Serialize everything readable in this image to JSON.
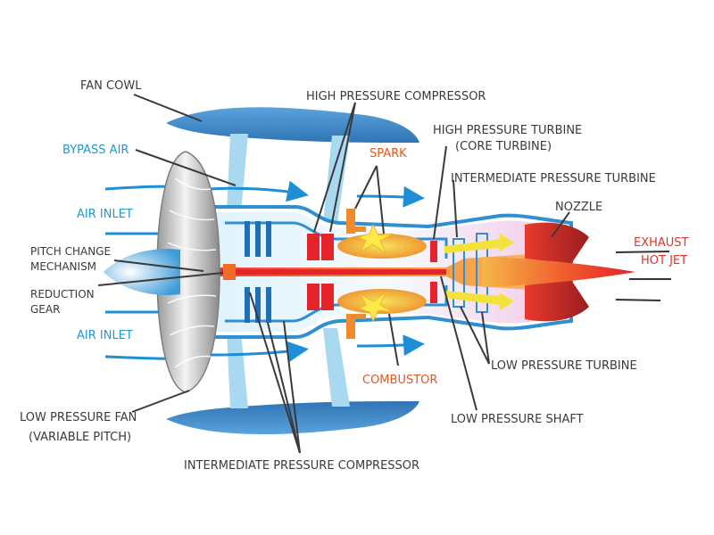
{
  "labels": {
    "fan_cowl": "FAN COWL",
    "high_pressure_compressor": "HIGH PRESSURE COMPRESSOR",
    "high_pressure_turbine_1": "HIGH PRESSURE TURBINE",
    "high_pressure_turbine_2": "(CORE TURBINE)",
    "bypass_air": "BYPASS AIR",
    "spark": "SPARK",
    "intermediate_pressure_turbine": "INTERMEDIATE PRESSURE TURBINE",
    "air_inlet_top": "AIR INLET",
    "nozzle": "NOZZLE",
    "exhaust_1": "EXHAUST",
    "exhaust_2": "HOT JET",
    "pitch_change_1": "PITCH CHANGE",
    "pitch_change_2": "MECHANISM",
    "reduction_1": "REDUCTION",
    "reduction_2": "GEAR",
    "air_inlet_bottom": "AIR INLET",
    "low_pressure_turbine": "LOW PRESSURE TURBINE",
    "combustor": "COMBUSTOR",
    "low_pressure_shaft": "LOW PRESSURE SHAFT",
    "low_pressure_fan_1": "LOW PRESSURE FAN",
    "low_pressure_fan_2": "(VARIABLE PITCH)",
    "intermediate_pressure_compressor": "INTERMEDIATE PRESSURE COMPRESSOR"
  },
  "colors": {
    "dark_text": "#3a3a3a",
    "blue_text": "#1a9ad6",
    "orange_text": "#e2581b",
    "red_text": "#e0352b",
    "cowl_blue": "#3d86c6",
    "arrow_blue": "#1e8fd6",
    "pale_blue": "#a9d8f1"
  }
}
